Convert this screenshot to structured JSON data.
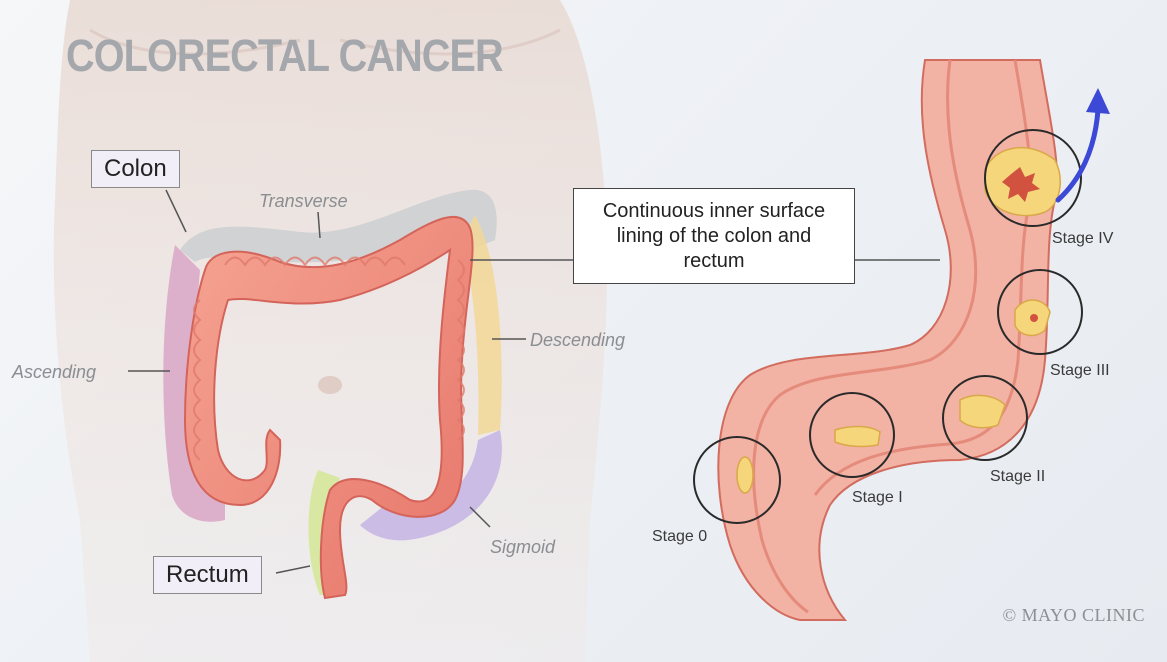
{
  "title": "COLORECTAL CANCER",
  "labels": {
    "colon": "Colon",
    "rectum": "Rectum",
    "callout": "Continuous inner surface lining of the colon and rectum"
  },
  "segments": {
    "transverse": "Transverse",
    "ascending": "Ascending",
    "descending": "Descending",
    "sigmoid": "Sigmoid"
  },
  "stages": {
    "stage0": "Stage 0",
    "stage1": "Stage I",
    "stage2": "Stage II",
    "stage3": "Stage III",
    "stage4": "Stage IV"
  },
  "credit": "© MAYO CLINIC",
  "colors": {
    "colon_pink": "#f0907f",
    "tumor_yellow": "#f5d67a",
    "arrow_blue": "#3b49d6",
    "title_gray": "#a4a7ab"
  }
}
